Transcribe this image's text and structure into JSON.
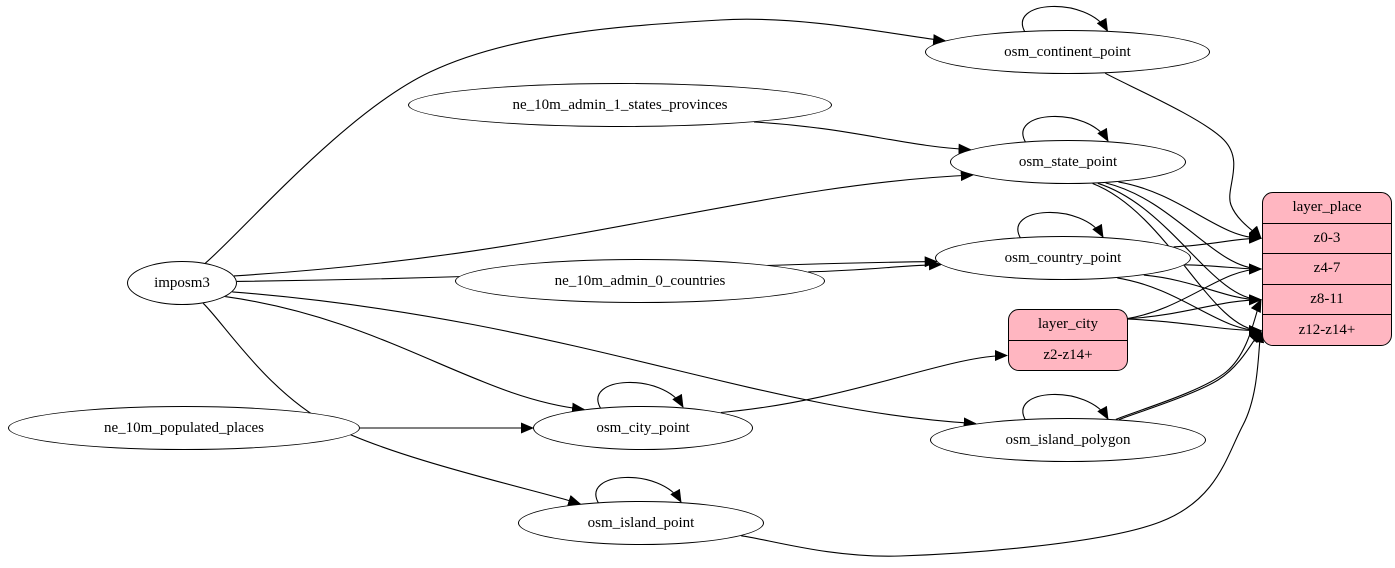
{
  "diagram": {
    "kind": "etl-graph",
    "colors": {
      "background": "#ffffff",
      "node_fill": "#ffffff",
      "record_fill": "#ffb6c1",
      "stroke": "#000000"
    },
    "nodes": [
      {
        "id": "imposm3",
        "type": "ellipse",
        "label": "imposm3"
      },
      {
        "id": "ne_10m_admin_1_states_provinces",
        "type": "ellipse",
        "label": "ne_10m_admin_1_states_provinces"
      },
      {
        "id": "ne_10m_admin_0_countries",
        "type": "ellipse",
        "label": "ne_10m_admin_0_countries"
      },
      {
        "id": "ne_10m_populated_places",
        "type": "ellipse",
        "label": "ne_10m_populated_places"
      },
      {
        "id": "osm_continent_point",
        "type": "ellipse",
        "label": "osm_continent_point"
      },
      {
        "id": "osm_state_point",
        "type": "ellipse",
        "label": "osm_state_point"
      },
      {
        "id": "osm_country_point",
        "type": "ellipse",
        "label": "osm_country_point"
      },
      {
        "id": "osm_city_point",
        "type": "ellipse",
        "label": "osm_city_point"
      },
      {
        "id": "osm_island_polygon",
        "type": "ellipse",
        "label": "osm_island_polygon"
      },
      {
        "id": "osm_island_point",
        "type": "ellipse",
        "label": "osm_island_point"
      },
      {
        "id": "layer_city",
        "type": "record",
        "label": "layer_city",
        "rows": [
          "z2-z14+"
        ]
      },
      {
        "id": "layer_place",
        "type": "record",
        "label": "layer_place",
        "rows": [
          "z0-3",
          "z4-7",
          "z8-11",
          "z12-z14+"
        ]
      }
    ],
    "edges": [
      {
        "from": "imposm3",
        "to": "osm_continent_point"
      },
      {
        "from": "imposm3",
        "to": "osm_state_point"
      },
      {
        "from": "imposm3",
        "to": "osm_country_point"
      },
      {
        "from": "imposm3",
        "to": "osm_city_point"
      },
      {
        "from": "imposm3",
        "to": "osm_island_polygon"
      },
      {
        "from": "imposm3",
        "to": "osm_island_point"
      },
      {
        "from": "ne_10m_admin_1_states_provinces",
        "to": "osm_state_point"
      },
      {
        "from": "ne_10m_admin_0_countries",
        "to": "osm_country_point"
      },
      {
        "from": "ne_10m_populated_places",
        "to": "osm_city_point"
      },
      {
        "from": "osm_continent_point",
        "to": "osm_continent_point"
      },
      {
        "from": "osm_state_point",
        "to": "osm_state_point"
      },
      {
        "from": "osm_country_point",
        "to": "osm_country_point"
      },
      {
        "from": "osm_city_point",
        "to": "osm_city_point"
      },
      {
        "from": "osm_island_polygon",
        "to": "osm_island_polygon"
      },
      {
        "from": "osm_island_point",
        "to": "osm_island_point"
      },
      {
        "from": "osm_continent_point",
        "to": "layer_place",
        "port": "z0-3"
      },
      {
        "from": "osm_country_point",
        "to": "layer_place",
        "port": "z0-3"
      },
      {
        "from": "osm_state_point",
        "to": "layer_place",
        "port": "z0-3"
      },
      {
        "from": "osm_country_point",
        "to": "layer_place",
        "port": "z4-7"
      },
      {
        "from": "osm_state_point",
        "to": "layer_place",
        "port": "z4-7"
      },
      {
        "from": "layer_city",
        "to": "layer_place",
        "port": "z4-7"
      },
      {
        "from": "osm_country_point",
        "to": "layer_place",
        "port": "z8-11"
      },
      {
        "from": "osm_state_point",
        "to": "layer_place",
        "port": "z8-11"
      },
      {
        "from": "osm_island_polygon",
        "to": "layer_place",
        "port": "z8-11"
      },
      {
        "from": "layer_city",
        "to": "layer_place",
        "port": "z8-11"
      },
      {
        "from": "osm_country_point",
        "to": "layer_place",
        "port": "z12-z14+"
      },
      {
        "from": "osm_state_point",
        "to": "layer_place",
        "port": "z12-z14+"
      },
      {
        "from": "osm_island_polygon",
        "to": "layer_place",
        "port": "z12-z14+"
      },
      {
        "from": "osm_island_point",
        "to": "layer_place",
        "port": "z12-z14+"
      },
      {
        "from": "layer_city",
        "to": "layer_place",
        "port": "z12-z14+"
      },
      {
        "from": "osm_city_point",
        "to": "layer_city",
        "port": "z2-z14+"
      }
    ]
  }
}
